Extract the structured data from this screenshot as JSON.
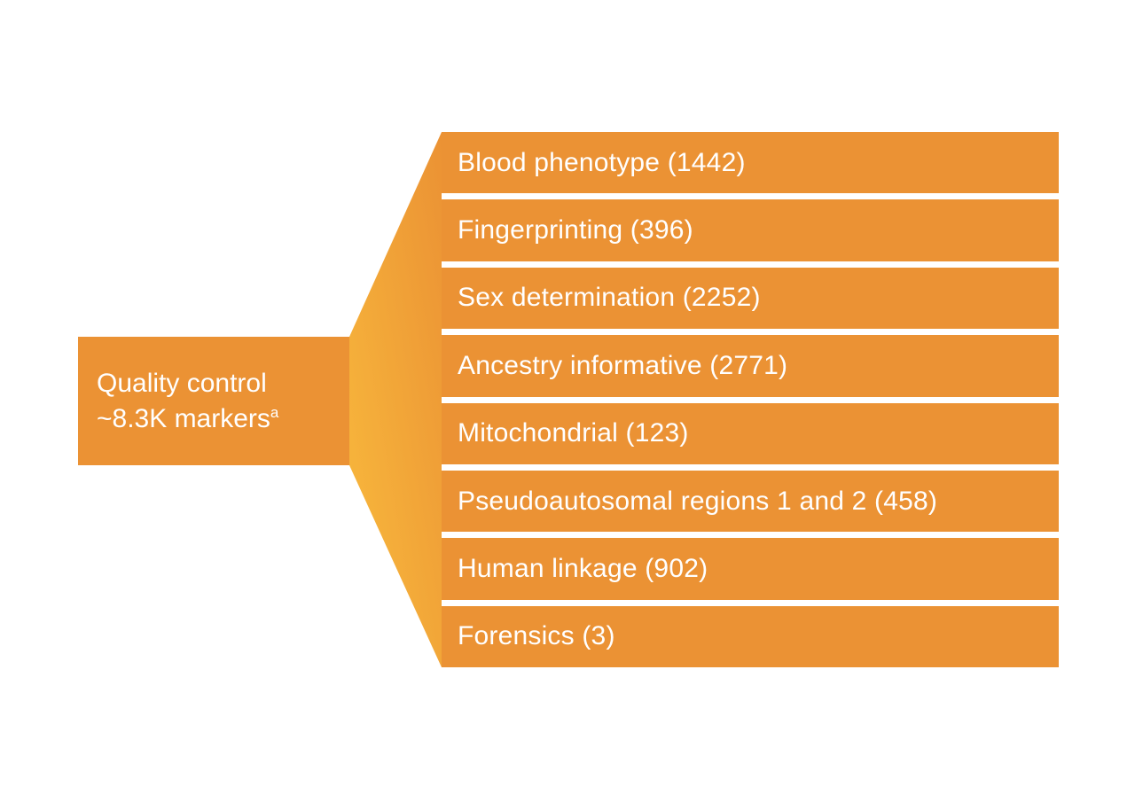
{
  "colors": {
    "bar-orange": "#EB9234",
    "fan-yellow": "#F9BB3D",
    "text-white": "#FFFFFF",
    "background": "#FFFFFF"
  },
  "root_box": {
    "line1": "Quality control",
    "line2": "~8.3K markers",
    "superscript": "a"
  },
  "categories": {
    "items": [
      {
        "name": "Blood phenotype",
        "count": 1442,
        "label": "Blood phenotype (1442)"
      },
      {
        "name": "Fingerprinting",
        "count": 396,
        "label": "Fingerprinting (396)"
      },
      {
        "name": "Sex determination",
        "count": 2252,
        "label": "Sex determination (2252)"
      },
      {
        "name": "Ancestry informative",
        "count": 2771,
        "label": "Ancestry informative (2771)"
      },
      {
        "name": "Mitochondrial",
        "count": 123,
        "label": "Mitochondrial (123)"
      },
      {
        "name": "Pseudoautosomal regions 1 and 2",
        "count": 458,
        "label": "Pseudoautosomal regions 1 and 2 (458)"
      },
      {
        "name": "Human linkage",
        "count": 902,
        "label": "Human linkage (902)"
      },
      {
        "name": "Forensics",
        "count": 3,
        "label": "Forensics (3)"
      }
    ]
  }
}
